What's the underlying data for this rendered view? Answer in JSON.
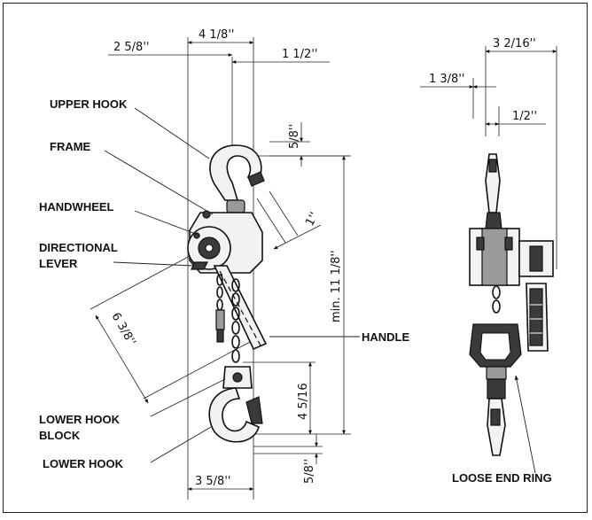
{
  "labels": {
    "upper_hook": "UPPER HOOK",
    "frame": "FRAME",
    "handwheel": "HANDWHEEL",
    "directional_lever_1": "DIRECTIONAL",
    "directional_lever_2": "LEVER",
    "handle": "HANDLE",
    "lower_hook_block_1": "LOWER HOOK",
    "lower_hook_block_2": "BLOCK",
    "lower_hook": "LOWER HOOK",
    "loose_end_ring": "LOOSE END RING"
  },
  "dimensions": {
    "top_width": "4 1/8''",
    "left_offset": "2 5/8''",
    "right_offset": "1 1/2''",
    "hook_opening": "5/8''",
    "hook_throat": "1''",
    "overall_height": "min. 11 1/8''",
    "handle_length": "6 3/8''",
    "lower_block_height": "4 5/16",
    "bottom_width": "3 5/8''",
    "bottom_hook": "5/8''",
    "side_width": "3 2/16''",
    "side_left": "1 3/8''",
    "side_right": "1/2''"
  }
}
